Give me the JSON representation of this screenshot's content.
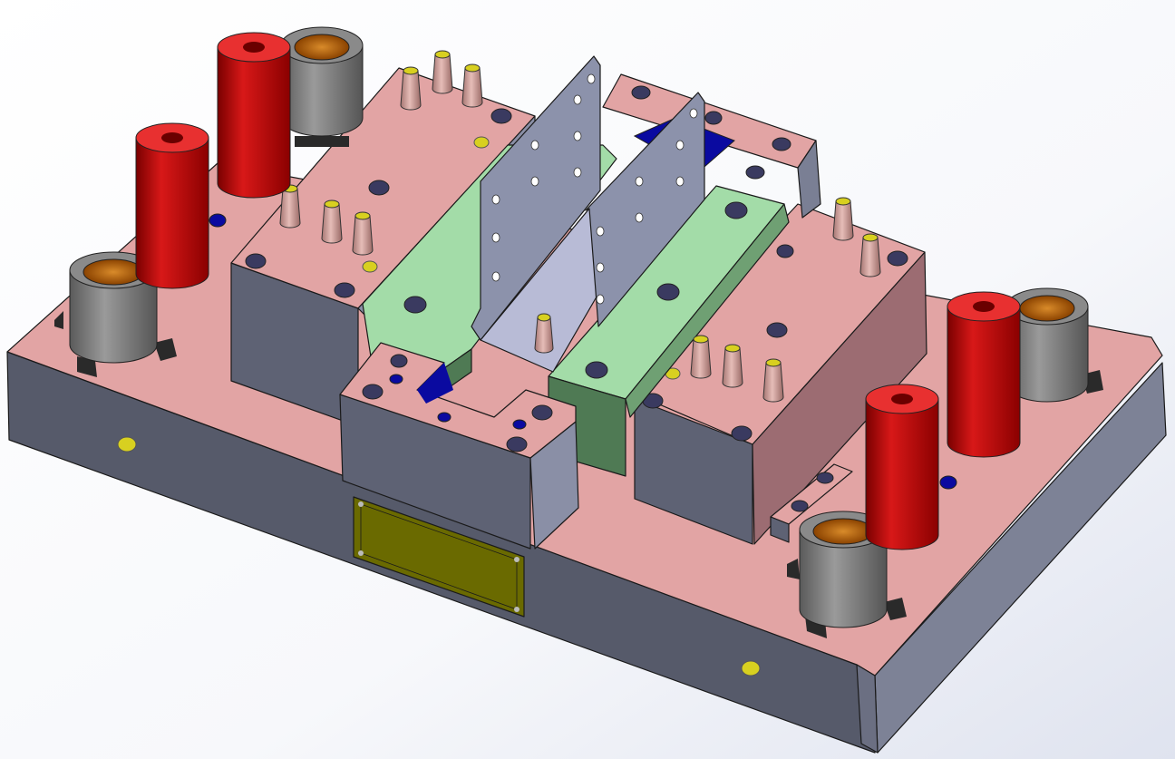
{
  "viewport": {
    "background_top": "#ffffff",
    "background_bottom": "#e6e9f2"
  },
  "model": {
    "colors": {
      "plate_top": "#e2a4a4",
      "plate_side_front": "#565a6a",
      "plate_side_right": "#7a7f94",
      "block_side": "#5e6274",
      "guide_post": "#c81414",
      "guide_bushing_outer": "#7a7a7a",
      "guide_bushing_inner": "#c86a10",
      "insert_green": "#a3dca8",
      "insert_green_dark": "#4f7a54",
      "formed_part": "#8c92ab",
      "blue_pocket": "#0a0aa0",
      "nameplate": "#6a6a00",
      "pilot_pins": "#d9aaa6",
      "dowel_yellow": "#d8d020"
    },
    "parts": [
      "die-base-plate",
      "guide-post",
      "guide-bushing",
      "die-block",
      "forming-insert",
      "formed-part",
      "nameplate",
      "pilot-pin",
      "dowel-hole"
    ]
  }
}
